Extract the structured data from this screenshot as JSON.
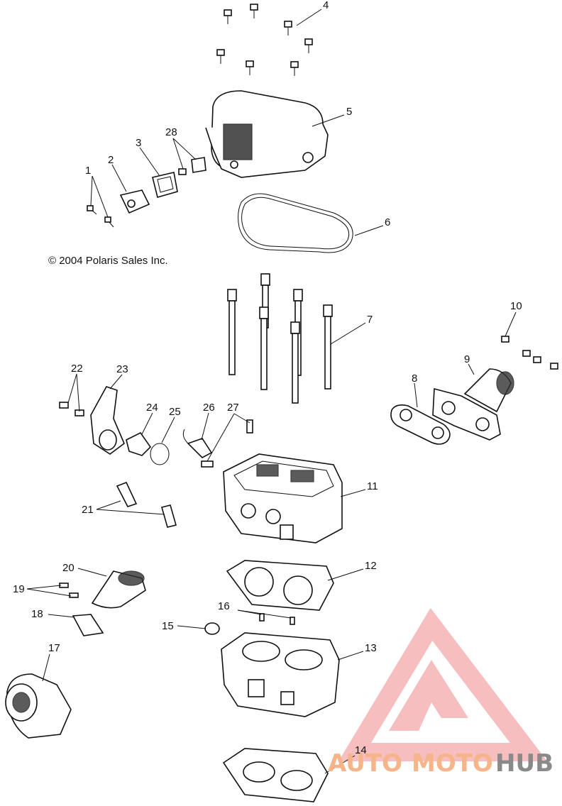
{
  "diagram": {
    "copyright": "© 2004 Polaris Sales Inc.",
    "callouts": [
      "1",
      "2",
      "3",
      "4",
      "5",
      "6",
      "7",
      "8",
      "9",
      "10",
      "11",
      "12",
      "13",
      "14",
      "15",
      "16",
      "17",
      "18",
      "19",
      "20",
      "21",
      "22",
      "23",
      "24",
      "25",
      "26",
      "27",
      "28"
    ]
  },
  "watermark": {
    "part1": "AUTO",
    "part2": "MOTO",
    "part3": "HUB",
    "color_accent": "#f08a8a",
    "color_text_orange": "#f6b48a",
    "color_text_gray": "#8a8a8a"
  }
}
